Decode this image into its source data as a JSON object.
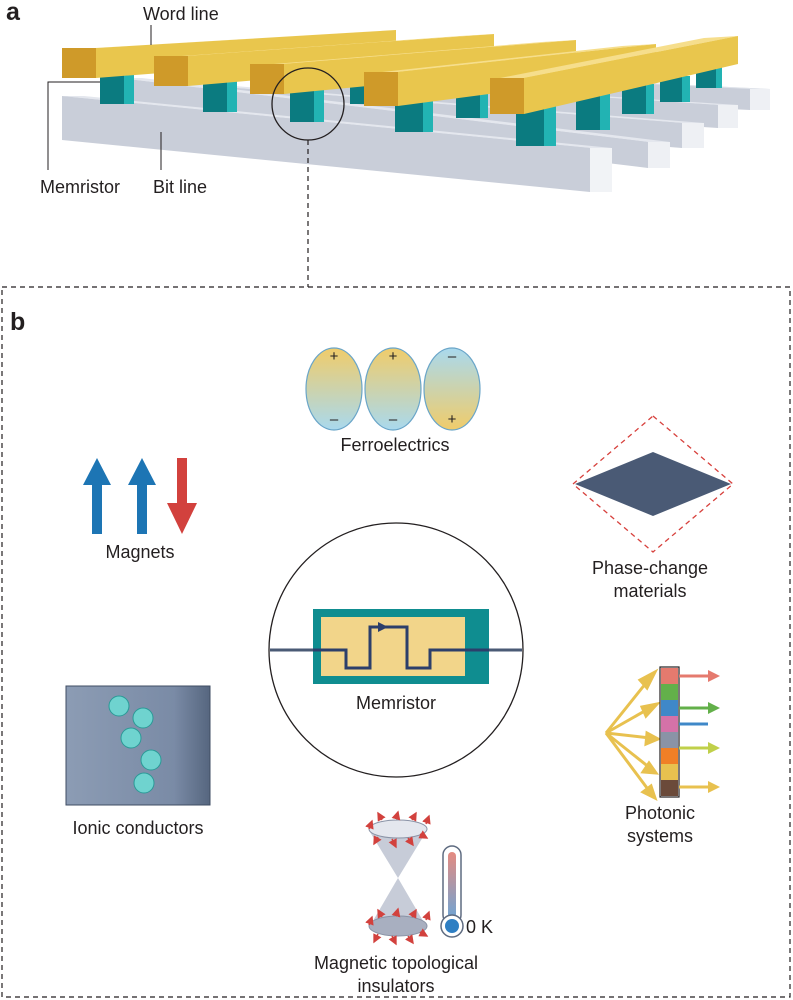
{
  "panel_a": {
    "letter": "a",
    "labels": {
      "word_line": "Word line",
      "memristor": "Memristor",
      "bit_line": "Bit line"
    }
  },
  "panel_b": {
    "letter": "b",
    "center_label": "Memristor",
    "ferroelectrics": {
      "label": "Ferroelectrics",
      "domains": [
        {
          "top": "+",
          "bottom": "–"
        },
        {
          "top": "+",
          "bottom": "–"
        },
        {
          "top": "–",
          "bottom": "+"
        }
      ]
    },
    "magnets": {
      "label": "Magnets"
    },
    "phase_change": {
      "label_line1": "Phase-change",
      "label_line2": "materials"
    },
    "ionic": {
      "label": "Ionic conductors"
    },
    "photonic": {
      "label_line1": "Photonic",
      "label_line2": "systems"
    },
    "topological": {
      "label_line1": "Magnetic topological",
      "label_line2": "insulators",
      "temperature": "0 K"
    }
  },
  "colors": {
    "word_line": "#e9c64d",
    "bit_line": "#c9ced9",
    "memristor_pillar": "#0f8d90",
    "arrow_up": "#1d75b4",
    "arrow_down": "#d2413d",
    "phase_change_fill": "#4a5a75",
    "phase_change_outline": "#d7403c",
    "ionic_box": "#7f90aa",
    "ion": "#6fd3cf",
    "photon_in": "#e8c14f",
    "photon_out": [
      "#e57a6e",
      "#63b04a",
      "#3f88c8",
      "#c0d04a",
      "#e8c14f"
    ]
  }
}
